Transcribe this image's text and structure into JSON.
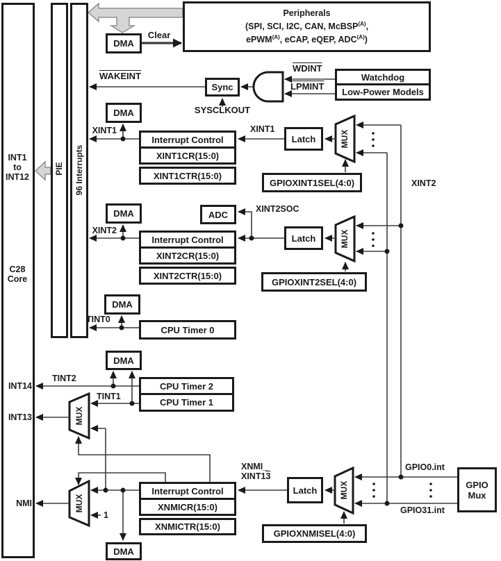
{
  "diagram": {
    "core": {
      "l1": "INT1",
      "l2": "to",
      "l3": "INT12",
      "name1": "C28",
      "name2": "Core",
      "int14": "INT14",
      "int13": "INT13",
      "nmi": "NMI"
    },
    "pie": {
      "label": "PIE",
      "interrupts": "96 Interrupts"
    },
    "peripherals": {
      "title": "Peripherals",
      "line2_pre": "(SPI, SCI, I2C, CAN, McBSP",
      "sup_a": "(A)",
      "line2_post": ",",
      "line3_pre": "ePWM",
      "line3_mid": ", eCAP, eQEP, ADC",
      "line3_post": ")"
    },
    "dma": "DMA",
    "clear": "Clear",
    "wakeint": "WAKEINT",
    "sync": "Sync",
    "sysclkout": "SYSCLKOUT",
    "wdint": "WDINT",
    "lpmint": "LPMINT",
    "watchdog": "Watchdog",
    "lowpower": "Low-Power Models",
    "mux": "MUX",
    "latch": "Latch",
    "adc": "ADC",
    "xint1": {
      "signal": "XINT1",
      "ic": "Interrupt Control",
      "cr": "XINT1CR(15:0)",
      "ctr": "XINT1CTR(15:0)",
      "sel": "GPIOXINT1SEL(4:0)"
    },
    "xint2": {
      "signal": "XINT2",
      "soc": "XINT2SOC",
      "ic": "Interrupt Control",
      "cr": "XINT2CR(15:0)",
      "ctr": "XINT2CTR(15:0)",
      "sel": "GPIOXINT2SEL(4:0)"
    },
    "timers": {
      "tint0": "TINT0",
      "tint1": "TINT1",
      "tint2": "TINT2",
      "timer0": "CPU Timer 0",
      "timer1": "CPU Timer 1",
      "timer2": "CPU Timer 2"
    },
    "xnmi": {
      "l1": "XNMI_",
      "l2_pre": "XINT1",
      "l2_bar": "3",
      "ic": "Interrupt Control",
      "cr": "XNMICR(15:0)",
      "ctr": "XNMICTR(15:0)",
      "sel": "GPIOXNMISEL(4:0)",
      "one": "1"
    },
    "gpio": {
      "g0": "GPIO0.int",
      "g31": "GPIO31.int",
      "mux1": "GPIO",
      "mux2": "Mux"
    },
    "colors": {
      "line": "#3d3d3d",
      "ink": "#1a1a1a",
      "gray_fill": "#d5d5d5",
      "gray_stroke": "#8f8f8f"
    }
  }
}
